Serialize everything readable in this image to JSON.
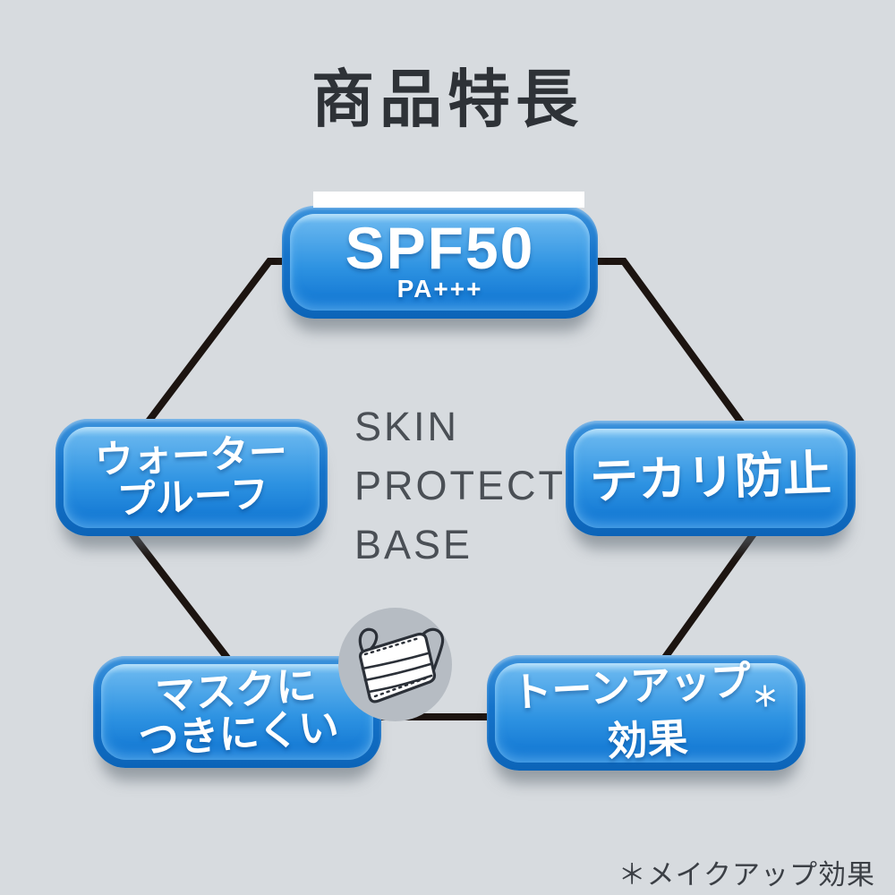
{
  "title": {
    "text": "商品特長"
  },
  "badges": {
    "spf": {
      "line1": "SPF50",
      "line2": "PA+++"
    },
    "waterproof": {
      "line1": "ウォーター",
      "line2": "プルーフ"
    },
    "antishine": {
      "label": "テカリ防止"
    },
    "mask": {
      "line1": "マスクに",
      "line2": "つきにくい"
    },
    "toneup": {
      "line1": "トーンアップ",
      "asterisk": "＊",
      "line2": "効果"
    }
  },
  "center_text": {
    "line1": "SKIN",
    "line2": "PROTECT",
    "line3": "BASE"
  },
  "footnote": {
    "text": "＊メイクアップ効果"
  },
  "icons": {
    "mask_icon": "surgical-mask-icon"
  },
  "colors": {
    "background": "#d7dbdf",
    "badge_border_blue": "#1573ca",
    "badge_fill_top": "#64b4ee",
    "badge_fill_bottom": "#0d72d0",
    "connector_line": "#1c1410",
    "title_text": "#2e3237",
    "title_underline": "#ffffff",
    "center_text": "#4a4f55",
    "mask_circle_gray": "#b6bcc3",
    "badge_text": "#ffffff"
  }
}
